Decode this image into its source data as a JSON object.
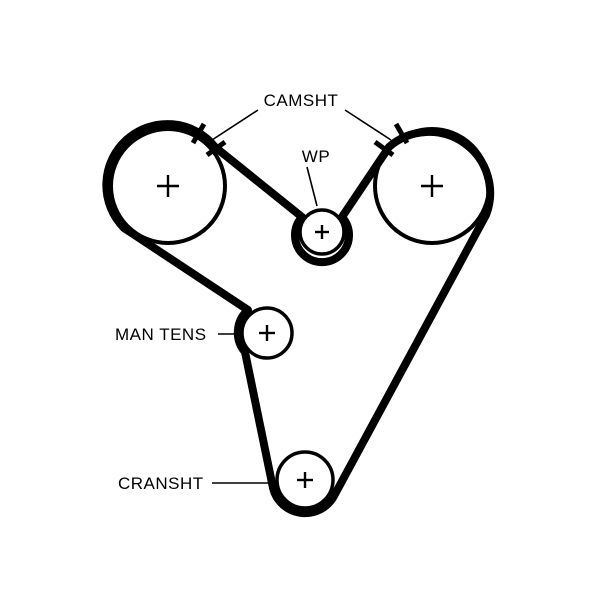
{
  "diagram": {
    "type": "timing-belt-routing-diagram",
    "background_color": "#ffffff",
    "line_color": "#000000",
    "labels": {
      "camshaft": "CAMSHT",
      "water_pump": "WP",
      "manual_tensioner": "MAN TENS",
      "crankshaft": "CRANSHT"
    },
    "pulleys": [
      {
        "name": "camshaft-pulley-left",
        "label": "CAMSHT"
      },
      {
        "name": "camshaft-pulley-right",
        "label": "CAMSHT"
      },
      {
        "name": "water-pump-pulley",
        "label": "WP"
      },
      {
        "name": "manual-tensioner-pulley",
        "label": "MAN TENS"
      },
      {
        "name": "crankshaft-pulley",
        "label": "CRANSHT"
      }
    ]
  }
}
